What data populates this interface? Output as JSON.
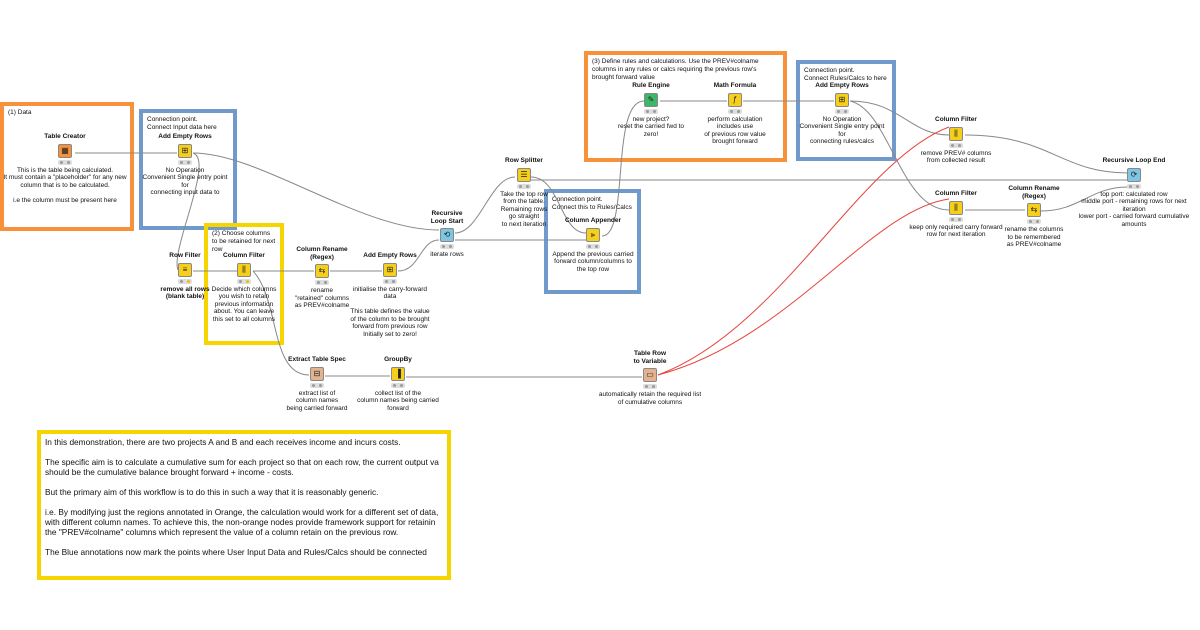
{
  "annotations": {
    "data": "(1) Data",
    "connect_input": "Connection point.\nConnect Input data here",
    "choose_columns": "(2) Choose columns to be retained for next row",
    "define_rules": "(3) Define rules and calculations. Use the PREV#colname columns in any rules or calcs requiring the previous row's brought forward value",
    "connect_rules_right": "Connection point.\nConnect  Rules/Calcs to here",
    "connect_rules_mid": "Connection point.\nConnect  this to Rules/Calcs"
  },
  "nodes": {
    "table_creator": {
      "title": "Table Creator",
      "desc": "This is the table being calculated.\nIt must contain a \"placeholder\" for any new column that is to be calculated.\n\ni.e the column must be present here"
    },
    "add_empty_rows_1": {
      "title": "Add Empty Rows",
      "desc": "No Operation\nConvenient Single entry point for\nconnecting input data to"
    },
    "row_filter": {
      "title": "Row Filter",
      "desc": "remove all rows\n(blank table)"
    },
    "column_filter_1": {
      "title": "Column Filter",
      "desc": "Decide which columns you wish to retain\nprevious information about. You can leave this set to all columns"
    },
    "column_rename_1": {
      "title": "Column Rename\n(Regex)",
      "desc": "rename\n\"retained\" columns\nas PREV#colname"
    },
    "add_empty_rows_2": {
      "title": "Add Empty Rows",
      "desc": "initialise the carry-forward data\n\nThis table defines the value of the column to be brought forward from previous row\nInitially set to zero!"
    },
    "recursive_loop_start": {
      "title": "Recursive\nLoop Start",
      "desc": "iterate rows"
    },
    "row_splitter": {
      "title": "Row Splitter",
      "desc": "Take the top row\nfrom the table.\nRemaining rows\ngo straight\nto next iteration"
    },
    "column_appender": {
      "title": "Column Appender",
      "desc": "Append the previous carried forward column/columns to the top row"
    },
    "rule_engine": {
      "title": "Rule Engine",
      "desc": "new project?\nreset the carried fwd to zero!"
    },
    "math_formula": {
      "title": "Math Formula",
      "desc": "perform calculation\nincludes use\nof previous row value\nbrought forward"
    },
    "add_empty_rows_3": {
      "title": "Add Empty Rows",
      "desc": "No Operation\nConvenient Single entry point for\nconnecting rules/calcs"
    },
    "column_filter_2": {
      "title": "Column Filter",
      "desc": "remove PREV# columns\nfrom collected result"
    },
    "column_filter_3": {
      "title": "Column Filter",
      "desc": "keep only required carry forward\nrow for next iteration"
    },
    "column_rename_2": {
      "title": "Column Rename\n(Regex)",
      "desc": "rename the columns\nto be remembered\nas PREV#colname"
    },
    "recursive_loop_end": {
      "title": "Recursive Loop End",
      "desc": "top port: calculated row\nmiddle port - remaining rows for next iteration\nlower port - carried forward cumulative amounts"
    },
    "extract_table_spec": {
      "title": "Extract Table Spec",
      "desc": "extract list of\ncolumn names\nbeing carried forward"
    },
    "groupby": {
      "title": "GroupBy",
      "desc": "collect list of the\ncolumn names being carried forward"
    },
    "table_row_to_variable": {
      "title": "Table Row\nto Variable",
      "desc": "automatically retain the required list\nof cumulative columns"
    }
  },
  "description": {
    "p1": "In this demonstration, there are two projects A and B and each receives income and incurs costs.",
    "p2": "The specific aim is to calculate a cumulative sum for each project so that on each row, the current output va\nshould be the cumulative balance brought forward + income - costs.",
    "p3": "But the primary aim of this workflow is to do this in such a way that it is reasonably generic.",
    "p4": "i.e. By modifying just the regions annotated in Orange, the calculation would work for a different set of data,\nwith different column names. To achieve this, the non-orange nodes provide framework support for retainin\nthe \"PREV#colname\" columns which represent the value of a column retain on the previous row.",
    "p5": "The Blue annotations now mark the points where User Input Data and Rules/Calcs should be connected"
  },
  "colors": {
    "orange": "#f7913a",
    "blue": "#6f9acb",
    "yellow": "#f5d400",
    "flow_variable_link": "#e8433b",
    "link": "#888888"
  }
}
